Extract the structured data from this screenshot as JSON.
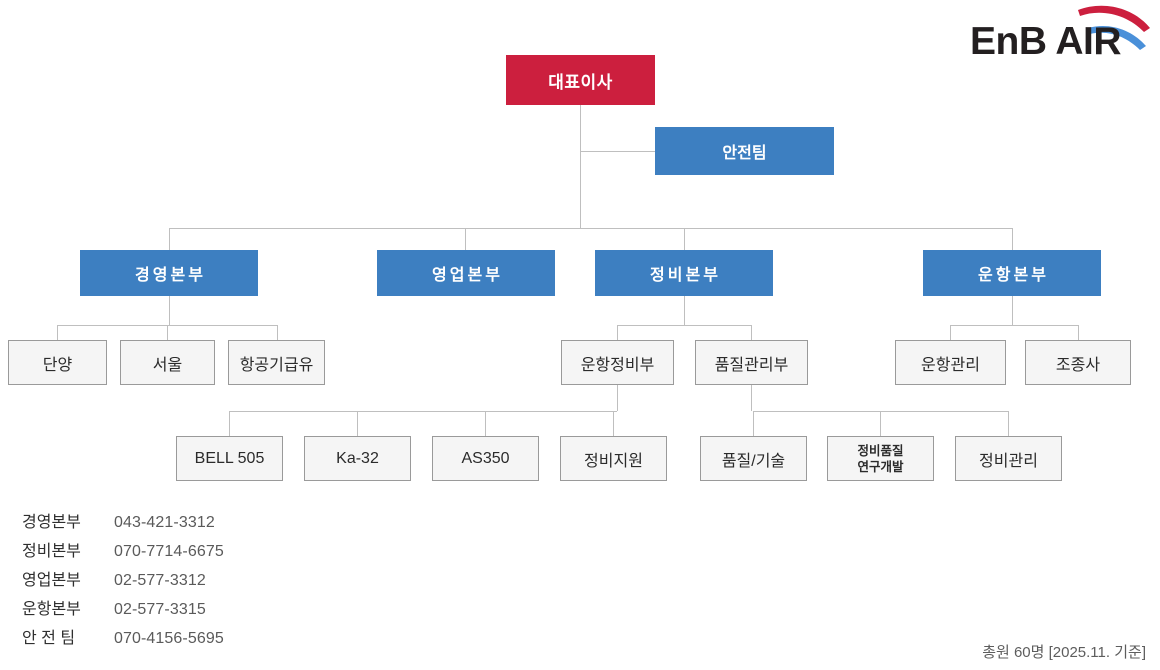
{
  "brand": {
    "logo_text": "EnB AIR",
    "swoosh_red": "#cc1f3e",
    "swoosh_blue": "#4a90d9"
  },
  "colors": {
    "executive_red": "#cc1f3e",
    "division_blue": "#3d7fc1",
    "leaf_gray_fill": "#f5f5f5",
    "leaf_gray_border": "#9a9a9a",
    "connector_gray": "#bfbfbf"
  },
  "chart_data": {
    "type": "diagram",
    "title": "EnB AIR Organization Chart",
    "nodes": [
      {
        "id": "ceo",
        "label": "대표이사",
        "level": 0,
        "style": "red"
      },
      {
        "id": "safety",
        "label": "안전팀",
        "level": 1,
        "style": "blue",
        "parent": "ceo"
      },
      {
        "id": "mgmt_hq",
        "label": "경영본부",
        "level": 2,
        "style": "blue",
        "parent": "ceo"
      },
      {
        "id": "sales_hq",
        "label": "영업본부",
        "level": 2,
        "style": "blue",
        "parent": "ceo"
      },
      {
        "id": "maint_hq",
        "label": "정비본부",
        "level": 2,
        "style": "blue",
        "parent": "ceo"
      },
      {
        "id": "flight_hq",
        "label": "운항본부",
        "level": 2,
        "style": "blue",
        "parent": "ceo"
      },
      {
        "id": "danyang",
        "label": "단양",
        "level": 3,
        "style": "plain",
        "parent": "mgmt_hq"
      },
      {
        "id": "seoul",
        "label": "서울",
        "level": 3,
        "style": "plain",
        "parent": "mgmt_hq"
      },
      {
        "id": "refuel",
        "label": "항공기급유",
        "level": 3,
        "style": "plain",
        "parent": "mgmt_hq"
      },
      {
        "id": "flight_maint",
        "label": "운항정비부",
        "level": 3,
        "style": "plain",
        "parent": "maint_hq"
      },
      {
        "id": "quality_ctrl",
        "label": "품질관리부",
        "level": 3,
        "style": "plain",
        "parent": "maint_hq"
      },
      {
        "id": "flight_ops",
        "label": "운항관리",
        "level": 3,
        "style": "plain",
        "parent": "flight_hq"
      },
      {
        "id": "pilots",
        "label": "조종사",
        "level": 3,
        "style": "plain",
        "parent": "flight_hq"
      },
      {
        "id": "bell505",
        "label": "BELL 505",
        "level": 4,
        "style": "plain",
        "parent": "flight_maint"
      },
      {
        "id": "ka32",
        "label": "Ka-32",
        "level": 4,
        "style": "plain",
        "parent": "flight_maint"
      },
      {
        "id": "as350",
        "label": "AS350",
        "level": 4,
        "style": "plain",
        "parent": "flight_maint"
      },
      {
        "id": "maint_support",
        "label": "정비지원",
        "level": 4,
        "style": "plain",
        "parent": "flight_maint"
      },
      {
        "id": "quality_tech",
        "label": "품질/기술",
        "level": 4,
        "style": "plain",
        "parent": "quality_ctrl"
      },
      {
        "id": "maint_rnd",
        "label": "정비품질\n연구개발",
        "level": 4,
        "style": "plain",
        "parent": "quality_ctrl"
      },
      {
        "id": "maint_mgmt",
        "label": "정비관리",
        "level": 4,
        "style": "plain",
        "parent": "quality_ctrl"
      }
    ]
  },
  "nodes": {
    "ceo": "대표이사",
    "safety": "안전팀",
    "mgmt_hq": "경영본부",
    "sales_hq": "영업본부",
    "maint_hq": "정비본부",
    "flight_hq": "운항본부",
    "danyang": "단양",
    "seoul": "서울",
    "refuel": "항공기급유",
    "flight_maint": "운항정비부",
    "quality_ctrl": "품질관리부",
    "flight_ops": "운항관리",
    "pilots": "조종사",
    "bell505": "BELL 505",
    "ka32": "Ka-32",
    "as350": "AS350",
    "maint_support": "정비지원",
    "quality_tech": "품질/기술",
    "maint_rnd_line1": "정비품질",
    "maint_rnd_line2": "연구개발",
    "maint_mgmt": "정비관리"
  },
  "contacts": [
    {
      "dept": "경영본부",
      "phone": "043-421-3312"
    },
    {
      "dept": "정비본부",
      "phone": "070-7714-6675"
    },
    {
      "dept": "영업본부",
      "phone": "02-577-3312"
    },
    {
      "dept": "운항본부",
      "phone": "02-577-3315"
    },
    {
      "dept": "안 전 팀",
      "phone": "070-4156-5695"
    }
  ],
  "contacts_flat": {
    "r0_dept": "경영본부",
    "r0_phone": "043-421-3312",
    "r1_dept": "정비본부",
    "r1_phone": "070-7714-6675",
    "r2_dept": "영업본부",
    "r2_phone": "02-577-3312",
    "r3_dept": "운항본부",
    "r3_phone": "02-577-3315",
    "r4_dept": "안 전 팀",
    "r4_phone": "070-4156-5695"
  },
  "footer": {
    "note": "총원 60명 [2025.11. 기준]"
  }
}
